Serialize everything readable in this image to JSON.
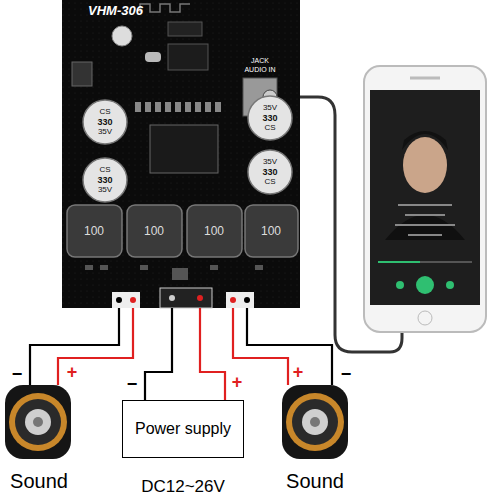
{
  "diagram": {
    "nodes": [
      {
        "text": [
          "VHM-306"
        ]
      },
      {
        "text": [
          "Sound"
        ]
      },
      {
        "text": [
          "Power supply"
        ]
      },
      {
        "text": [
          "Sound"
        ]
      }
    ],
    "edges": [
      {
        "from": 0,
        "to": 1,
        "arrow": "none"
      },
      {
        "from": 0,
        "to": 1,
        "arrow": "none"
      },
      {
        "from": 0,
        "to": 2,
        "arrow": "none"
      },
      {
        "from": 0,
        "to": 2,
        "arrow": "none"
      },
      {
        "from": 0,
        "to": 3,
        "arrow": "none"
      },
      {
        "from": 0,
        "to": 3,
        "arrow": "none"
      }
    ],
    "labels": [
      "JACK",
      "AUDIO IN",
      "CS",
      "330",
      "35V",
      "CS",
      "330",
      "35V",
      "35V",
      "330",
      "CS",
      "35V",
      "330",
      "CS",
      "100",
      "100",
      "100",
      "100",
      "−",
      "+",
      "−",
      "+",
      "+",
      "−",
      "DC12~26V"
    ]
  }
}
